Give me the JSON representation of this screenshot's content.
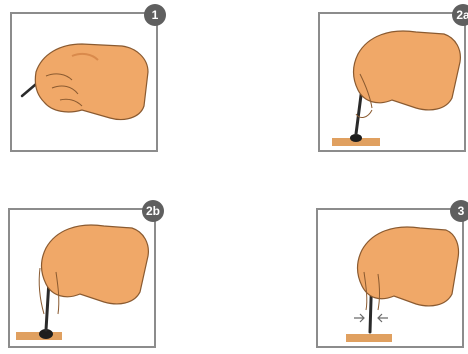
{
  "steps": [
    {
      "label": "1"
    },
    {
      "label": "2a"
    },
    {
      "label": "2b"
    },
    {
      "label": "3"
    }
  ],
  "colors": {
    "skin": "#f0a868",
    "skin_shadow": "#d98a4c",
    "outline": "#8a5a30",
    "border": "#8c8c8c",
    "badge": "#5f5f5f",
    "pen": "#2a2a2a",
    "paper": "#e0a060"
  },
  "icons": [
    "hand-holding-pen-icon",
    "pen-dot-icon",
    "squeeze-arrows-icon"
  ]
}
